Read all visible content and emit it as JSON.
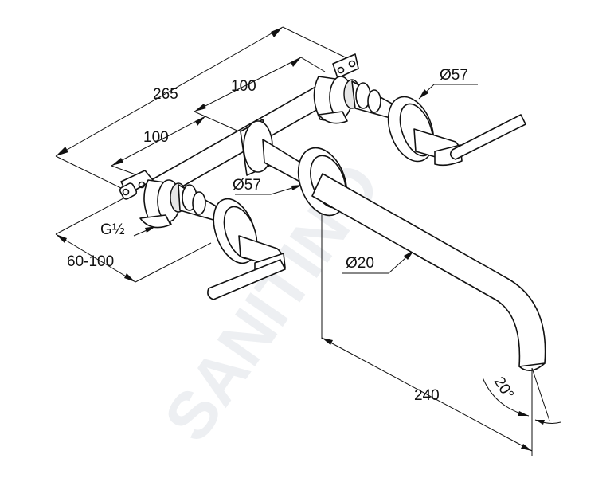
{
  "dimensions": {
    "total_width": "265",
    "spacing_right": "100",
    "spacing_left": "100",
    "rosette_right": "Ø57",
    "rosette_center": "Ø57",
    "connection": "G½",
    "wall_depth": "60-100",
    "spout_diameter": "Ø20",
    "spout_length": "240",
    "spout_angle": "20°"
  },
  "watermark": "SANITINO",
  "colors": {
    "line": "#111111",
    "watermark": "#dfe3e8"
  }
}
